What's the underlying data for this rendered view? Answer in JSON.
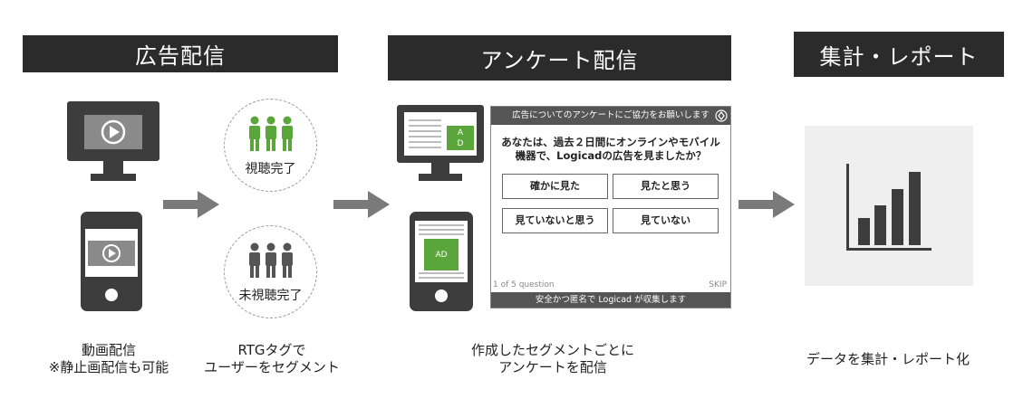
{
  "headers": {
    "ad_delivery": "広告配信",
    "survey_delivery": "アンケート配信",
    "aggregate_report": "集計・レポート"
  },
  "circles": {
    "viewed": "視聴完了",
    "not_viewed": "未視聴完了"
  },
  "survey": {
    "top_bar": "広告についてのアンケートにご協力をお願いします",
    "question_line1": "あなたは、過去２日間にオンラインやモバイル",
    "question_line2": "機器で、Logicadの広告を見ましたか？",
    "options": [
      "確かに見た",
      "見たと思う",
      "見ていないと思う",
      "見ていない"
    ],
    "progress": "1 of 5 question",
    "skip": "SKIP",
    "bottom_bar": "安全かつ匿名で Logicad が収集します"
  },
  "ads": {
    "desktop_label": "A\nD",
    "tablet_label": "AD"
  },
  "captions": {
    "col1_line1": "動画配信",
    "col1_line2": "※静止画配信も可能",
    "col2_line1": "RTGタグで",
    "col2_line2": "ユーザーをセグメント",
    "col3_line1": "作成したセグメントごとに",
    "col3_line2": "アンケートを配信",
    "col4_line1": "データを集計・レポート化"
  },
  "colors": {
    "header_bg": "#2b2b2b",
    "device_dark": "#3d3d3d",
    "green_people": "#5aa63a",
    "dark_people": "#555555",
    "arrow": "#7a7a7a",
    "ad_green": "#5aa63a"
  },
  "icons": [
    "monitor-play-icon",
    "phone-play-icon",
    "people-green-icon",
    "people-dark-icon",
    "arrow-right-icon",
    "monitor-ad-icon",
    "tablet-ad-icon",
    "bar-chart-icon"
  ]
}
